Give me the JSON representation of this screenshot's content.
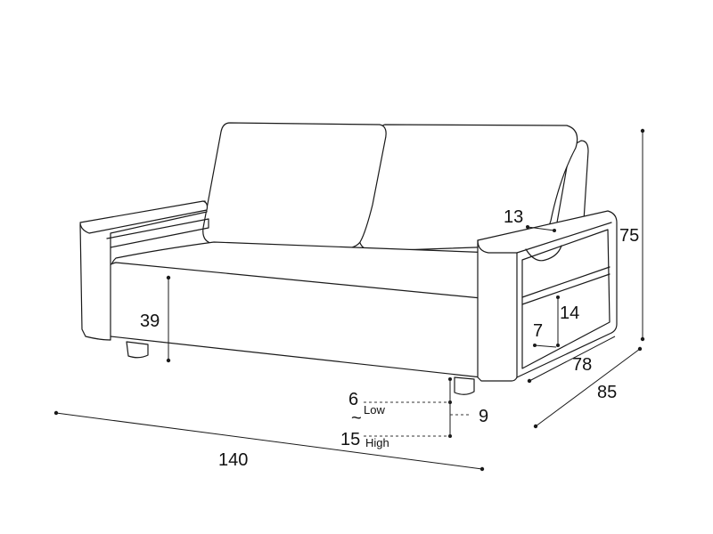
{
  "dimensions": {
    "width": "140",
    "depth_total": "85",
    "depth_seat": "78",
    "height": "75",
    "seat_height": "39",
    "armrest_width": "13",
    "shelf_height": "14",
    "shelf_depth": "7",
    "leg_height": "9",
    "gap_low_value": "6",
    "gap_low_label": "Low",
    "gap_sep": "~",
    "gap_high_value": "15",
    "gap_high_label": "High"
  }
}
